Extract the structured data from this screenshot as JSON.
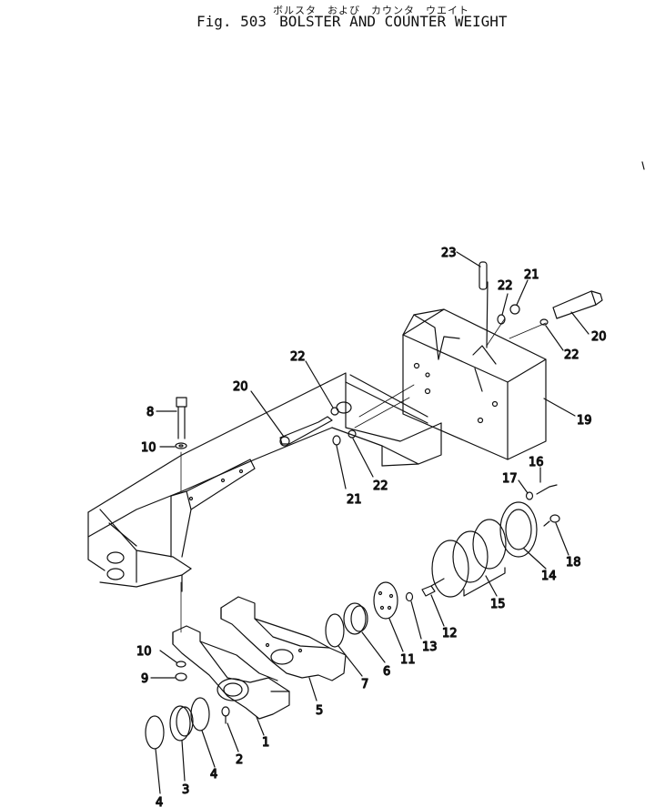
{
  "figure": {
    "kana_title": "ボルスタ　および　カウンタ　ウエイト",
    "figure_number": "Fig. 503",
    "title": "BOLSTER AND COUNTER WEIGHT"
  },
  "callouts": [
    {
      "id": "c23",
      "label": "23"
    },
    {
      "id": "c22a",
      "label": "22"
    },
    {
      "id": "c21a",
      "label": "21"
    },
    {
      "id": "c20a",
      "label": "20"
    },
    {
      "id": "c22b",
      "label": "22"
    },
    {
      "id": "c19",
      "label": "19"
    },
    {
      "id": "c22c",
      "label": "22"
    },
    {
      "id": "c20b",
      "label": "20"
    },
    {
      "id": "c8",
      "label": "8"
    },
    {
      "id": "c10a",
      "label": "10"
    },
    {
      "id": "c21b",
      "label": "21"
    },
    {
      "id": "c22d",
      "label": "22"
    },
    {
      "id": "c16",
      "label": "16"
    },
    {
      "id": "c17",
      "label": "17"
    },
    {
      "id": "c18",
      "label": "18"
    },
    {
      "id": "c14",
      "label": "14"
    },
    {
      "id": "c15",
      "label": "15"
    },
    {
      "id": "c12",
      "label": "12"
    },
    {
      "id": "c13",
      "label": "13"
    },
    {
      "id": "c11",
      "label": "11"
    },
    {
      "id": "c6",
      "label": "6"
    },
    {
      "id": "c7",
      "label": "7"
    },
    {
      "id": "c5",
      "label": "5"
    },
    {
      "id": "c10b",
      "label": "10"
    },
    {
      "id": "c9",
      "label": "9"
    },
    {
      "id": "c1",
      "label": "1"
    },
    {
      "id": "c2",
      "label": "2"
    },
    {
      "id": "c4a",
      "label": "4"
    },
    {
      "id": "c3",
      "label": "3"
    },
    {
      "id": "c4b",
      "label": "4"
    }
  ]
}
